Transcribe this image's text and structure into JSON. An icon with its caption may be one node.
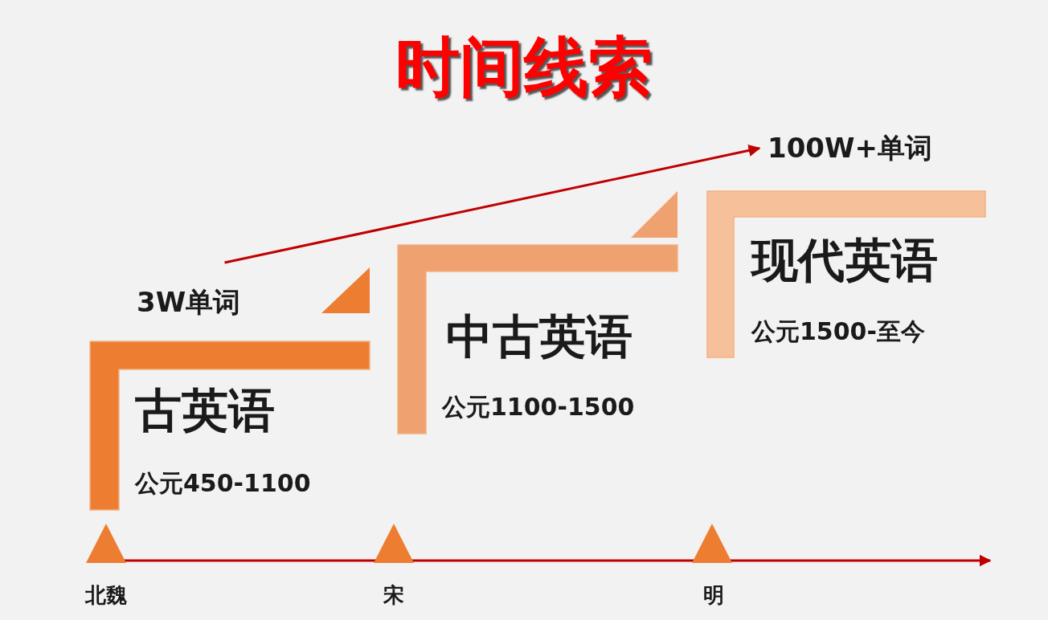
{
  "diagram": {
    "title": "时间线索",
    "nodes": [
      {
        "text": [
          "3W单词"
        ]
      },
      {
        "text": [
          "100W+单词"
        ]
      }
    ],
    "edges": [
      {
        "from": 0,
        "to": 1,
        "arrow": "to"
      }
    ],
    "labels": [
      "古英语",
      "公元450-1100",
      "中古英语",
      "公元1100-1500",
      "现代英语",
      "公元1500-至今",
      "北魏",
      "宋",
      "明"
    ]
  }
}
